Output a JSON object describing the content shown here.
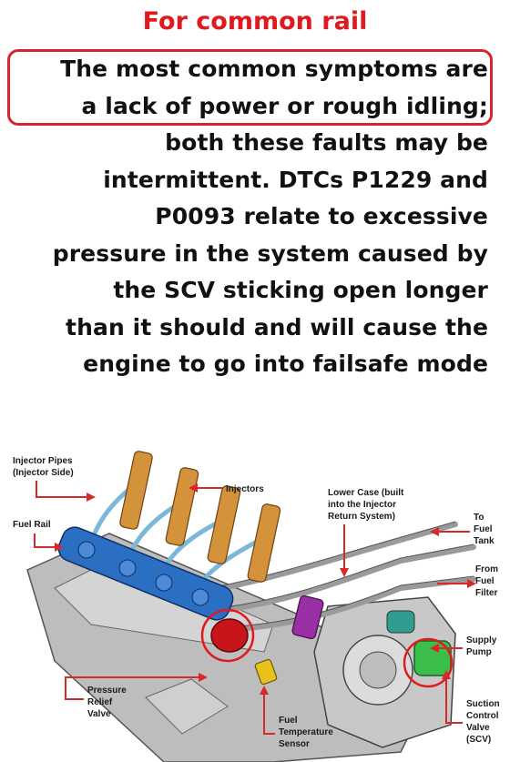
{
  "header": {
    "title": "For common rail"
  },
  "paragraph": {
    "lines": [
      "The most common symptoms are",
      "a lack of power or rough idling;",
      "both these faults may be",
      "intermittent. DTCs P1229 and",
      "P0093 relate to excessive",
      "pressure in the system caused by",
      "the SCV sticking open longer",
      "than it should and will cause the",
      "engine to go into failsafe mode"
    ]
  },
  "diagram": {
    "labels": {
      "injector_pipes": [
        "Injector Pipes",
        "(Injector Side)"
      ],
      "injectors": "Injectors",
      "lower_case": [
        "Lower Case (built",
        "into the Injector",
        "Return System)"
      ],
      "to_fuel_tank": [
        "To",
        "Fuel",
        "Tank"
      ],
      "fuel_rail": "Fuel Rail",
      "from_fuel_filter": [
        "From",
        "Fuel",
        "Filter"
      ],
      "supply_pump": [
        "Supply",
        "Pump"
      ],
      "pressure_relief_valve": [
        "Pressure",
        "Relief",
        "Valve"
      ],
      "fuel_temperature_sensor": [
        "Fuel",
        "Temperature",
        "Sensor"
      ],
      "suction_control_valve": [
        "Suction",
        "Control",
        "Valve",
        "(SCV)"
      ]
    },
    "colors": {
      "rail": "#2b6fc2",
      "injector": "#d4923a",
      "pipe": "#7bb7d9",
      "prv_highlight": "#e0191e",
      "scv": "#3bbf4a",
      "lower_case": "#9a2fa5",
      "temp_sensor": "#e8c21a",
      "engine": "#b9b9b9",
      "arrow": "#d62a2a"
    }
  }
}
